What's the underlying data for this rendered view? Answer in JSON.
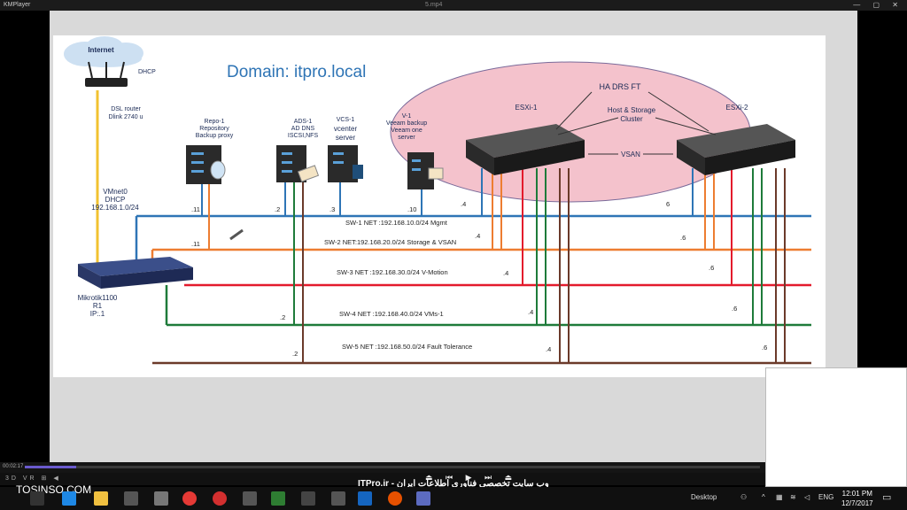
{
  "window": {
    "app_name": "KMPlayer",
    "file_name": "5.mp4",
    "controls": "— ▢ ✕"
  },
  "slide": {
    "title": "Domain: itpro.local",
    "internet": "Internet",
    "dhcp": "DHCP",
    "dsl_router": [
      "DSL router",
      "Dlink 2740 u"
    ],
    "vmnet": [
      "VMnet0",
      "DHCP",
      "192.168.1.0/24"
    ],
    "mikrotik": [
      "Mikrotik1100",
      "R1",
      "IP:.1"
    ],
    "repo": [
      "Repo-1",
      "Repository",
      "Backup proxy"
    ],
    "ads": [
      "ADS-1",
      "AD DNS",
      "ISCSI,NFS"
    ],
    "vcs": [
      "VCS-1",
      "vcenter",
      "server"
    ],
    "veeam": [
      "V-1",
      "Veeam backup",
      "Veeam one",
      "server"
    ],
    "cluster": {
      "features": "HA  DRS  FT",
      "storage": [
        "Host & Storage",
        "Cluster"
      ],
      "esxi1": "ESXi-1",
      "esxi2": "ESXi-2",
      "vsan": "VSAN"
    },
    "networks": [
      {
        "label": "SW-1 NET :192.168.10.0/24 Mgmt",
        "color": "#2e75b6"
      },
      {
        "label": "SW-2 NET:192.168.20.0/24 Storage & VSAN",
        "color": "#ed7d31"
      },
      {
        "label": "SW-3 NET :192.168.30.0/24 V-Motion",
        "color": "#e31a2c"
      },
      {
        "label": "SW-4 NET :192.168.40.0/24 VMs-1",
        "color": "#1e7b3a"
      },
      {
        "label": "SW-5 NET :192.168.50.0/24 Fault Tolerance",
        "color": "#6b3a2a"
      }
    ],
    "ips": {
      "repo_sw1": ".11",
      "repo_sw2": ".11",
      "ads_sw1": ".2",
      "vcs_sw1": ".3",
      "veeam_sw1": ".10",
      "ads_sw4": ".2",
      "ads_sw5": ".2",
      "e1_sw1": ".4",
      "e1_sw2": ".4",
      "e1_sw3": ".4",
      "e1_sw4": ".4",
      "e1_sw5": ".4",
      "e2_sw1": "6",
      "e2_sw2": ".6",
      "e2_sw3": ".6",
      "e2_sw4": ".6",
      "e2_sw5": ".6"
    }
  },
  "player": {
    "time": "00:02:17",
    "progress": 0.07,
    "mini_controls": "3D VR ⊞ ◀",
    "play_controls": "⏏ ⏮ ▶ ⏭ ⏏"
  },
  "caption": "ITPro.ir - وب سایت تخصصی فناوری اطلاعات ایران",
  "watermark": "TOSINSO.COM",
  "taskbar": {
    "desktop": "Desktop",
    "lang": "ENG",
    "time": "12:01 PM",
    "date": "12/7/2017"
  }
}
